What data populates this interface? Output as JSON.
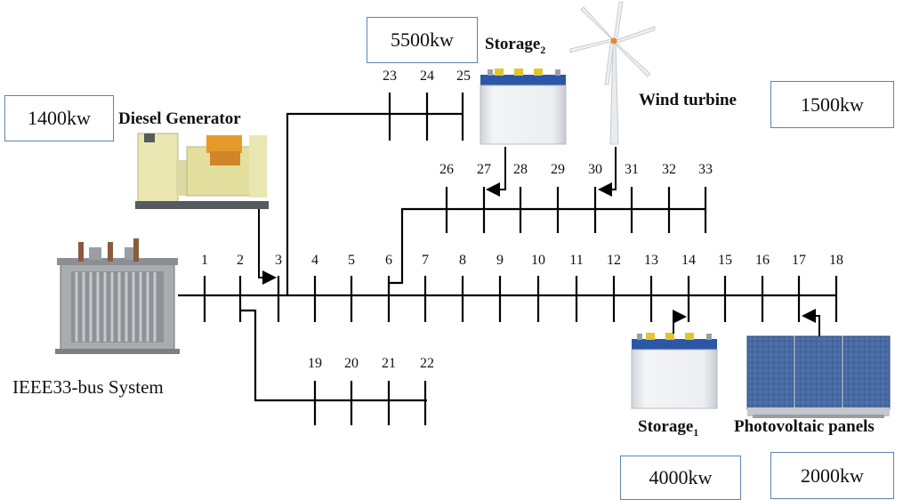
{
  "diagram": {
    "system_label": "IEEE33-bus System",
    "bus_numbers": [
      "1",
      "2",
      "3",
      "4",
      "5",
      "6",
      "7",
      "8",
      "9",
      "10",
      "11",
      "12",
      "13",
      "14",
      "15",
      "16",
      "17",
      "18",
      "19",
      "20",
      "21",
      "22",
      "23",
      "24",
      "25",
      "26",
      "27",
      "28",
      "29",
      "30",
      "31",
      "32",
      "33"
    ],
    "components": {
      "diesel": {
        "label": "Diesel Generator",
        "power": "1400kw"
      },
      "storage2": {
        "label": "Storage",
        "subscript": "2",
        "power": "5500kw"
      },
      "wind": {
        "label": "Wind turbine",
        "power": "1500kw"
      },
      "storage1": {
        "label": "Storage",
        "subscript": "1",
        "power": "4000kw"
      },
      "pv": {
        "label": "Photovoltaic panels",
        "power": "2000kw"
      }
    },
    "icons": [
      "transformer-icon",
      "diesel-generator-icon",
      "battery-icon",
      "wind-turbine-icon",
      "solar-panel-icon"
    ],
    "colors": {
      "line": "#000000",
      "box_border": "#5b84b5",
      "battery_top": "#2c57a6",
      "panel": "#3f5f95"
    }
  }
}
